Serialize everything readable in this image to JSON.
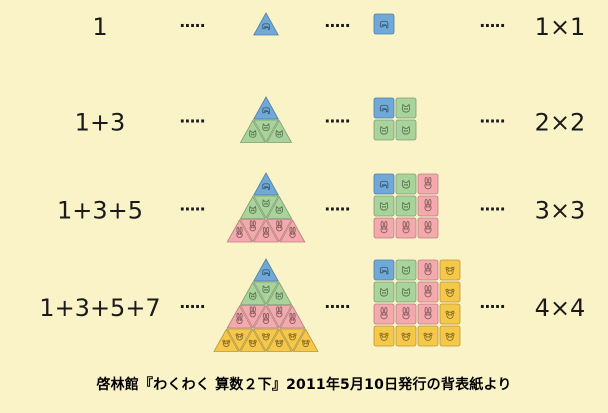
{
  "colors": {
    "background": "#fbf3c8",
    "text": "#1a1a1a",
    "blue": "#6fa9d8",
    "green": "#a8d39a",
    "pink": "#f4a9ad",
    "yellow": "#f5c84a"
  },
  "animals": {
    "blue": "elephant-icon",
    "green": "cat-icon",
    "pink": "rabbit-icon",
    "yellow": "bear-icon"
  },
  "rows": [
    {
      "expression": "1",
      "dots_left": "·····",
      "dots_mid": "·····",
      "dots_right": "·····",
      "product": "1×1",
      "n": 1
    },
    {
      "expression": "1+3",
      "dots_left": "·····",
      "dots_mid": "·····",
      "dots_right": "·····",
      "product": "2×2",
      "n": 2
    },
    {
      "expression": "1+3+5",
      "dots_left": "·····",
      "dots_mid": "·····",
      "dots_right": "·····",
      "product": "3×3",
      "n": 3
    },
    {
      "expression": "1+3+5+7",
      "dots_left": "·····",
      "dots_mid": "·····",
      "dots_right": "·····",
      "product": "4×4",
      "n": 4
    }
  ],
  "caption": "啓林館『わくわく 算数２下』2011年5月10日発行の背表紙より"
}
